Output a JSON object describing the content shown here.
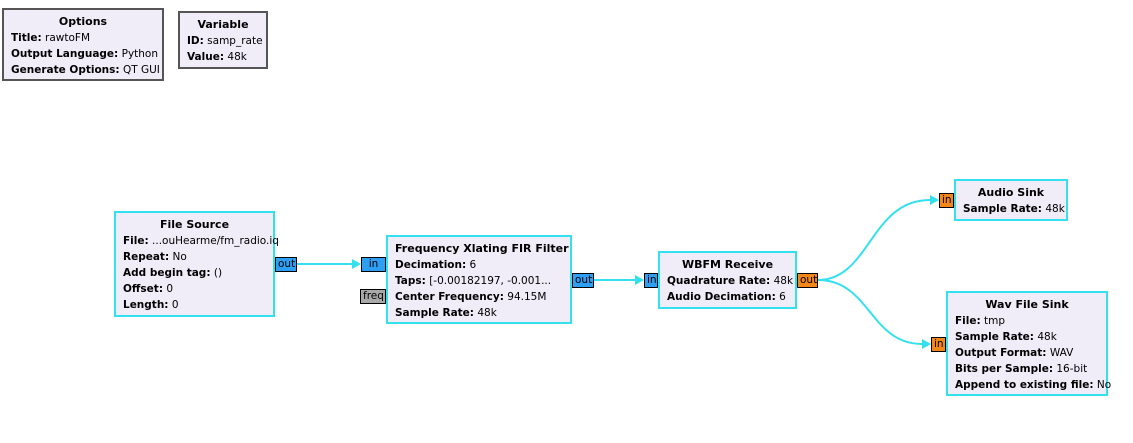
{
  "options": {
    "title": "Options",
    "params": [
      {
        "key": "Title:",
        "value": "rawtoFM"
      },
      {
        "key": "Output Language:",
        "value": "Python"
      },
      {
        "key": "Generate Options:",
        "value": "QT GUI"
      }
    ]
  },
  "variable": {
    "title": "Variable",
    "params": [
      {
        "key": "ID:",
        "value": "samp_rate"
      },
      {
        "key": "Value:",
        "value": "48k"
      }
    ]
  },
  "file_source": {
    "title": "File Source",
    "params": [
      {
        "key": "File:",
        "value": "...ouHearme/fm_radio.iq"
      },
      {
        "key": "Repeat:",
        "value": "No"
      },
      {
        "key": "Add begin tag:",
        "value": "()"
      },
      {
        "key": "Offset:",
        "value": "0"
      },
      {
        "key": "Length:",
        "value": "0"
      }
    ],
    "out_port": "out"
  },
  "freq_xlating": {
    "title": "Frequency Xlating FIR Filter",
    "params": [
      {
        "key": "Decimation:",
        "value": "6"
      },
      {
        "key": "Taps:",
        "value": "[-0.00182197, -0.001..."
      },
      {
        "key": "Center Frequency:",
        "value": "94.15M"
      },
      {
        "key": "Sample Rate:",
        "value": "48k"
      }
    ],
    "in_port": "in",
    "freq_port": "freq",
    "out_port": "out"
  },
  "wbfm": {
    "title": "WBFM Receive",
    "params": [
      {
        "key": "Quadrature Rate:",
        "value": "48k"
      },
      {
        "key": "Audio Decimation:",
        "value": "6"
      }
    ],
    "in_port": "in",
    "out_port": "out"
  },
  "audio_sink": {
    "title": "Audio Sink",
    "params": [
      {
        "key": "Sample Rate:",
        "value": "48k"
      }
    ],
    "in_port": "in"
  },
  "wav_sink": {
    "title": "Wav File Sink",
    "params": [
      {
        "key": "File:",
        "value": "tmp"
      },
      {
        "key": "Sample Rate:",
        "value": "48k"
      },
      {
        "key": "Output Format:",
        "value": "WAV"
      },
      {
        "key": "Bits per Sample:",
        "value": "16-bit"
      },
      {
        "key": "Append to existing file:",
        "value": "No"
      }
    ],
    "in_port": "in"
  },
  "colors": {
    "block_fill": "#f0ecf8",
    "block_border_active": "#33e0ee",
    "block_border_plain": "#555555",
    "complex_port": "#2f9ff4",
    "float_port": "#f3871b",
    "message_port": "#a9a9a9",
    "wire": "#33e0ee"
  }
}
